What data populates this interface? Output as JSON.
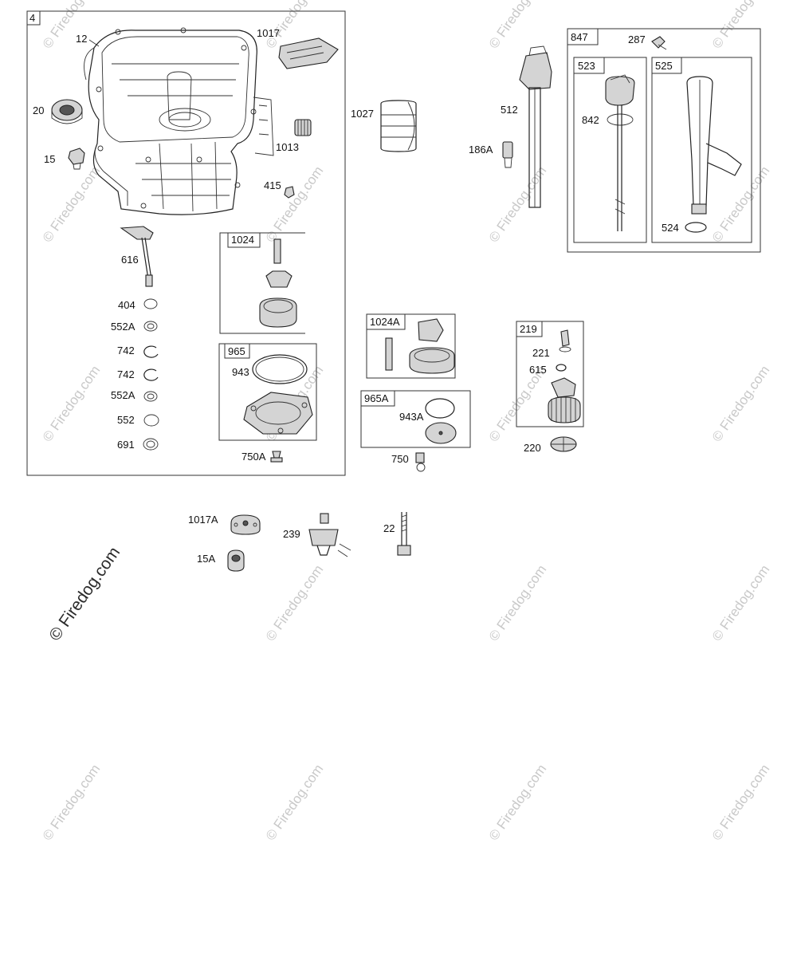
{
  "watermark": {
    "text": "© Firedog.com"
  },
  "groups": [
    {
      "name": "group-4",
      "label": "4"
    },
    {
      "name": "group-1024",
      "label": "1024"
    },
    {
      "name": "group-965",
      "label": "965"
    },
    {
      "name": "group-1024A",
      "label": "1024A"
    },
    {
      "name": "group-965A",
      "label": "965A"
    },
    {
      "name": "group-219",
      "label": "219"
    },
    {
      "name": "group-847",
      "label": "847"
    },
    {
      "name": "group-523",
      "label": "523"
    },
    {
      "name": "group-525",
      "label": "525"
    }
  ],
  "parts": [
    "12",
    "1017",
    "20",
    "15",
    "1013",
    "415",
    "616",
    "404",
    "552A",
    "742",
    "742",
    "552A",
    "552",
    "691",
    "1024",
    "965",
    "943",
    "750A",
    "1027",
    "1024A",
    "965A",
    "943A",
    "750",
    "512",
    "186A",
    "287",
    "842",
    "524",
    "221",
    "615",
    "220",
    "1017A",
    "239",
    "22",
    "15A"
  ]
}
